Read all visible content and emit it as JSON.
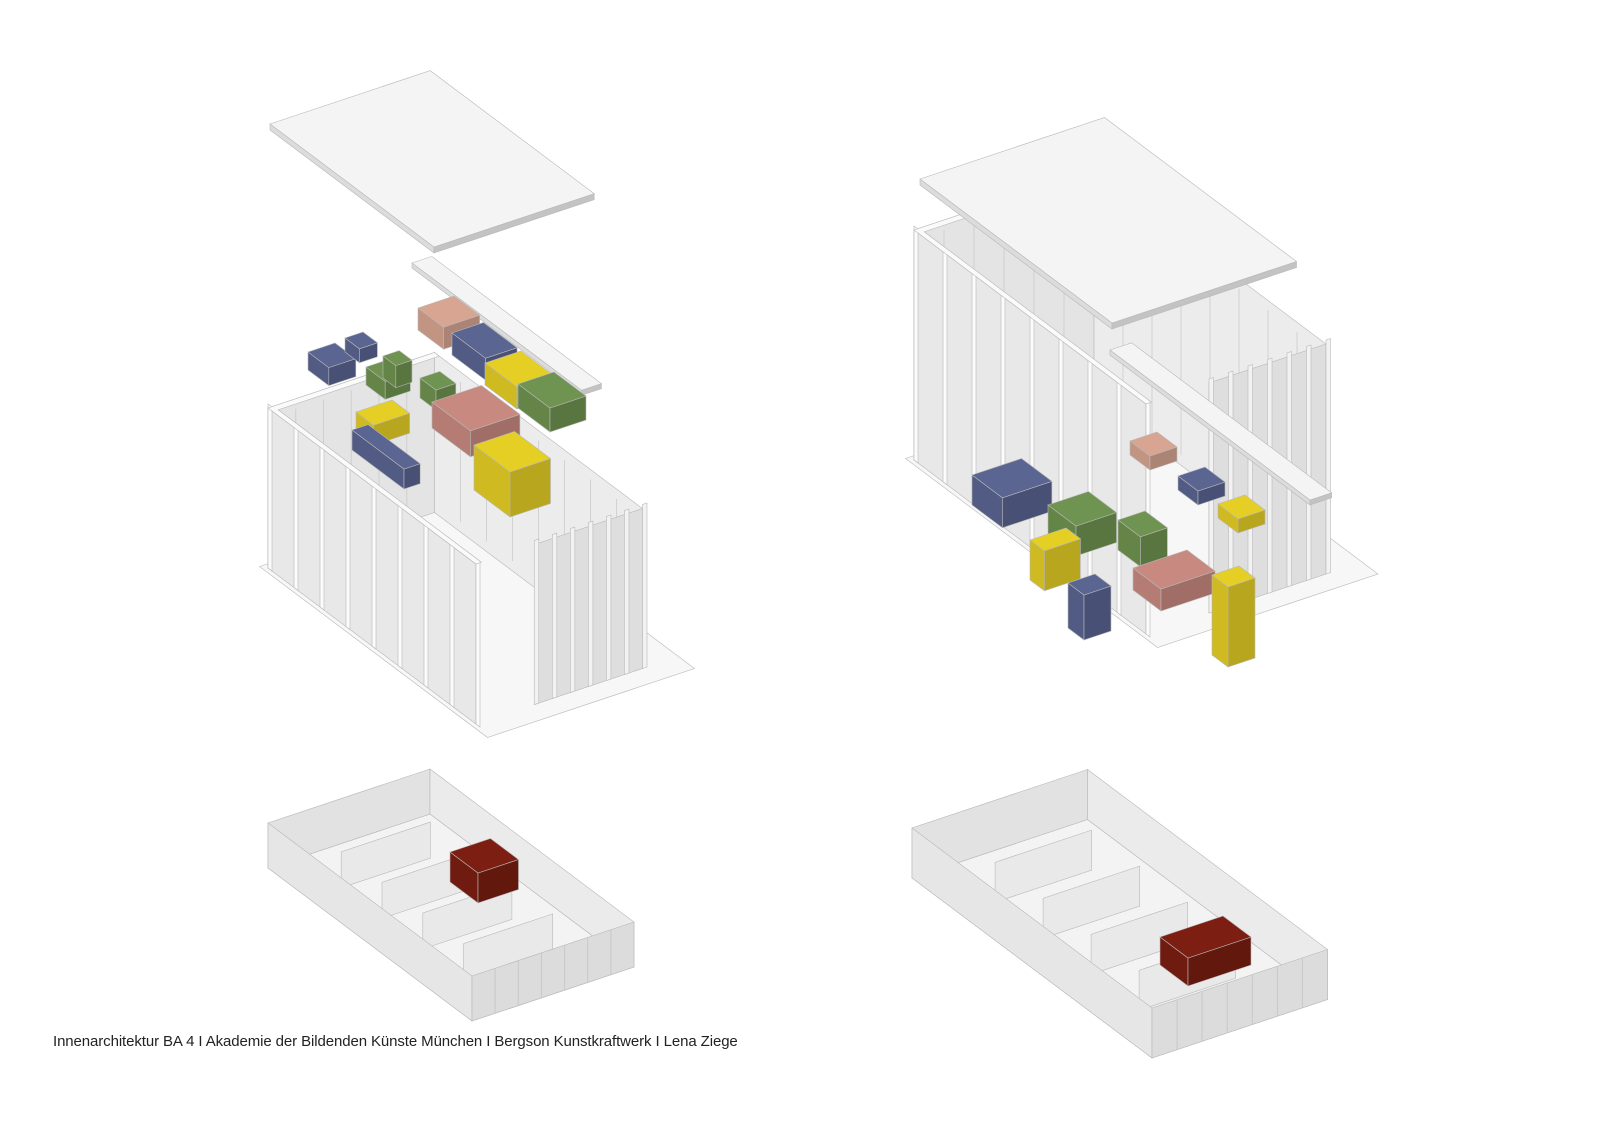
{
  "caption": "Innenarchitektur BA 4 I Akademie der Bildenden Künste München I Bergson Kunstkraftwerk I Lena Ziege",
  "views": [
    {
      "name": "exploded-axonometry-program-volumes"
    },
    {
      "name": "exploded-axonometry-assembled"
    }
  ],
  "colors": {
    "navy": "#5a6592",
    "green": "#6f9350",
    "yellow": "#e6cf25",
    "pink": "#c88a80",
    "salmon": "#d7a592",
    "darkred": "#7c1e12",
    "white": "#f4f4f4"
  }
}
